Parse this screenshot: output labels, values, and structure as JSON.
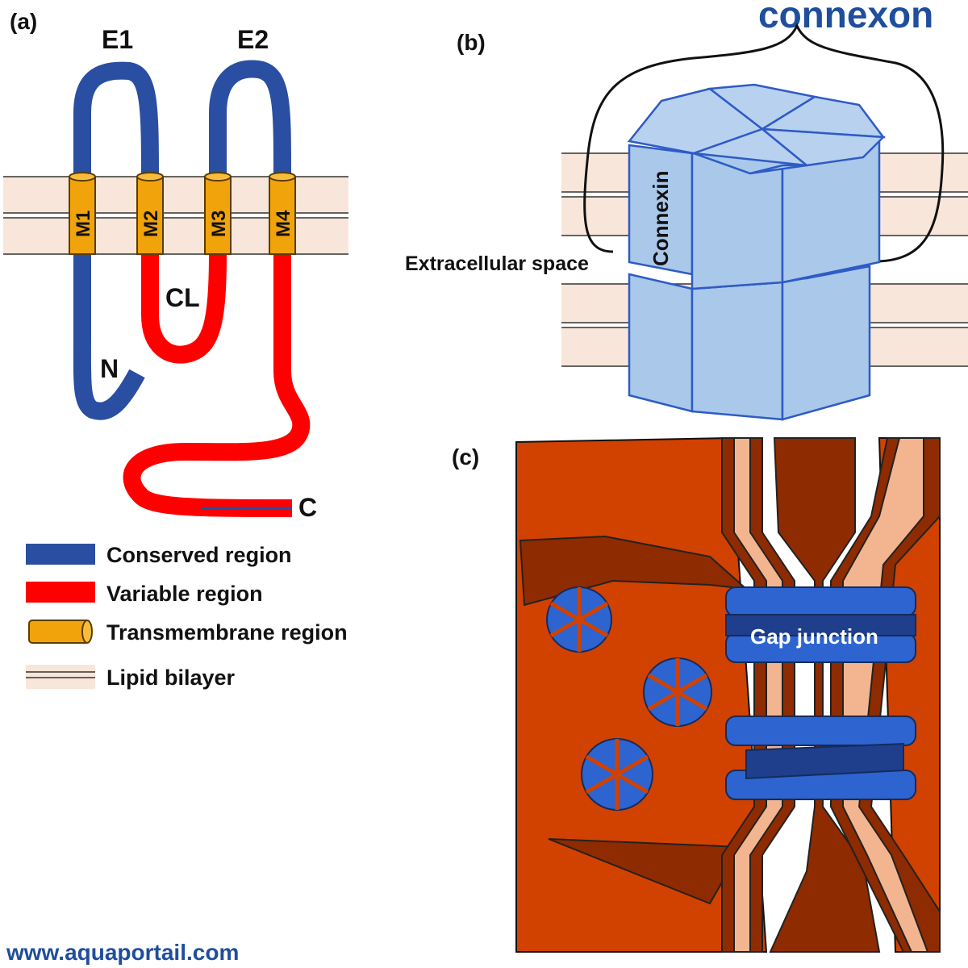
{
  "colors": {
    "conserved": "#2a4ea1",
    "variable": "#ff0000",
    "transmembrane": "#f0a30a",
    "lipid": "#f9e6da",
    "connexin": "#a9c8ea",
    "connexin_edge": "#2e5bc5",
    "cytoplasm": "#d14100",
    "membrane_dark": "#8e2b00",
    "membrane_light": "#f2b590",
    "channel": "#2e64d0",
    "wordmark": "#1f4e9c"
  },
  "panel_a": {
    "label": "(a)",
    "loops": {
      "e1": "E1",
      "e2": "E2",
      "cl": "CL"
    },
    "termini": {
      "n": "N",
      "c": "C"
    },
    "segments": [
      "M1",
      "M2",
      "M3",
      "M4"
    ]
  },
  "legend": [
    {
      "icon": "conserved-swatch",
      "label": "Conserved region"
    },
    {
      "icon": "variable-swatch",
      "label": "Variable region"
    },
    {
      "icon": "cylinder-swatch",
      "label": "Transmembrane region"
    },
    {
      "icon": "bilayer-swatch",
      "label": "Lipid bilayer"
    }
  ],
  "panel_b": {
    "label": "(b)",
    "title": "connexon",
    "connexin_label": "Connexin",
    "extracellular_label": "Extracellular space"
  },
  "panel_c": {
    "label": "(c)",
    "gap_label": "Gap junction"
  },
  "watermark": "www.aquaportail.com"
}
